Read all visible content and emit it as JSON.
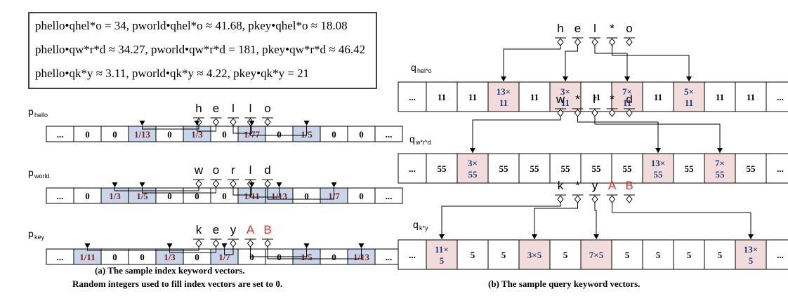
{
  "formulas": [
    "phello•qhel*o = 34,   pworld•qhel*o ≈ 41.68,   pkey•qhel*o ≈ 18.08",
    "phello•qw*r*d ≈ 34.27,   pworld•qw*r*d = 181,   pkey•qw*r*d ≈ 46.42",
    "phello•qk*y ≈ 3.11,   pworld•qk*y ≈ 4.22,   pkey•qk*y = 21"
  ],
  "left_vectors": [
    {
      "label": "p",
      "sub": "hello",
      "letters": [
        "h",
        "e",
        "l",
        "l",
        "o"
      ],
      "red": [],
      "cells": [
        "...",
        "0",
        "0",
        "1/13",
        "0",
        "1/3",
        "0",
        "1/77",
        "0",
        "1/5",
        "0",
        "0",
        "..."
      ],
      "highlight": [
        3,
        5,
        7,
        9
      ]
    },
    {
      "label": "p",
      "sub": "world",
      "letters": [
        "w",
        "o",
        "r",
        "l",
        "d"
      ],
      "red": [],
      "cells": [
        "...",
        "0",
        "1/3",
        "1/5",
        "0",
        "0",
        "0",
        "1/11",
        "1/13",
        "0",
        "1/7",
        "0",
        "..."
      ],
      "highlight": [
        2,
        3,
        7,
        8,
        10
      ]
    },
    {
      "label": "p",
      "sub": "key",
      "letters": [
        "k",
        "e",
        "y",
        "A",
        "B"
      ],
      "red": [
        3,
        4
      ],
      "cells": [
        "...",
        "1/11",
        "0",
        "0",
        "1/3",
        "0",
        "1/7",
        "0",
        "0",
        "1/5",
        "0",
        "1/13",
        "..."
      ],
      "highlight": [
        1,
        4,
        6,
        9,
        11
      ]
    }
  ],
  "right_vectors": [
    {
      "label": "q",
      "sub": "hel*o",
      "letters": [
        "h",
        "e",
        "l",
        "*",
        "o"
      ],
      "red": [],
      "cells": [
        "...",
        "11",
        "11",
        "13×|11",
        "11",
        "3×|11",
        "11",
        "7×|11",
        "11",
        "5×|11",
        "11",
        "11",
        "..."
      ],
      "highlight": [
        3,
        5,
        7,
        9
      ]
    },
    {
      "label": "q",
      "sub": "w*r*d",
      "letters": [
        "w",
        "*",
        "r",
        "*",
        "d"
      ],
      "red": [],
      "cells": [
        "...",
        "55",
        "3×|55",
        "55",
        "55",
        "55",
        "55",
        "55",
        "13×|55",
        "55",
        "7×|55",
        "55",
        "..."
      ],
      "highlight": [
        2,
        8,
        10
      ]
    },
    {
      "label": "q",
      "sub": "k*y",
      "letters": [
        "k",
        "*",
        "y",
        "A",
        "B"
      ],
      "red": [
        3,
        4
      ],
      "cells": [
        "...",
        "11×|5",
        "5",
        "5",
        "3×5",
        "5",
        "7×5",
        "5",
        "5",
        "5",
        "5",
        "13×|5",
        "..."
      ],
      "highlight": [
        1,
        4,
        6,
        11
      ]
    }
  ],
  "captions": {
    "left_line1": "(a) The sample index keyword vectors.",
    "left_line2": "Random integers used to fill index vectors are set to 0.",
    "right": "(b) The sample query keyword vectors."
  },
  "colors": {
    "left_highlight": "#c9d6ea",
    "right_highlight": "#f2dcdb",
    "red_letter": "#e03030"
  }
}
